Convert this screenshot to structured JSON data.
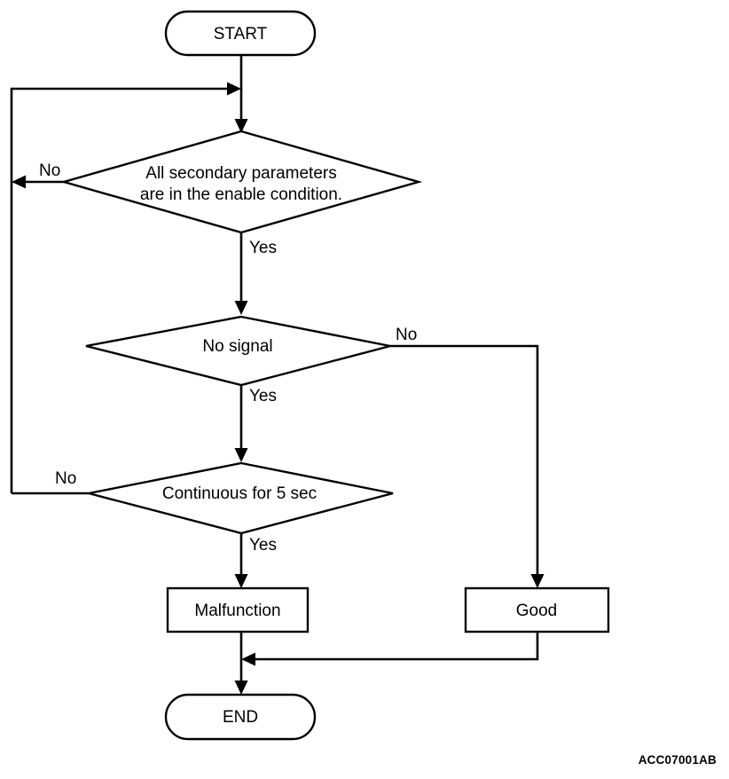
{
  "figure": {
    "code": "ACC07001AB",
    "type": "flowchart",
    "background_color": "#ffffff",
    "line_color": "#000000"
  },
  "nodes": {
    "start": {
      "label": "START",
      "shape": "terminator"
    },
    "decision_secondary_parameters": {
      "shape": "decision",
      "label_line1": "All secondary parameters",
      "label_line2": "are in the enable condition."
    },
    "decision_no_signal": {
      "shape": "decision",
      "label": "No signal"
    },
    "decision_continuous": {
      "shape": "decision",
      "label": "Continuous for 5 sec"
    },
    "result_malfunction": {
      "shape": "process",
      "label": "Malfunction"
    },
    "result_good": {
      "shape": "process",
      "label": "Good"
    },
    "end": {
      "label": "END",
      "shape": "terminator"
    }
  },
  "edge_labels": {
    "secondary_no": "No",
    "secondary_yes": "Yes",
    "no_signal_no": "No",
    "no_signal_yes": "Yes",
    "continuous_no": "No",
    "continuous_yes": "Yes"
  }
}
